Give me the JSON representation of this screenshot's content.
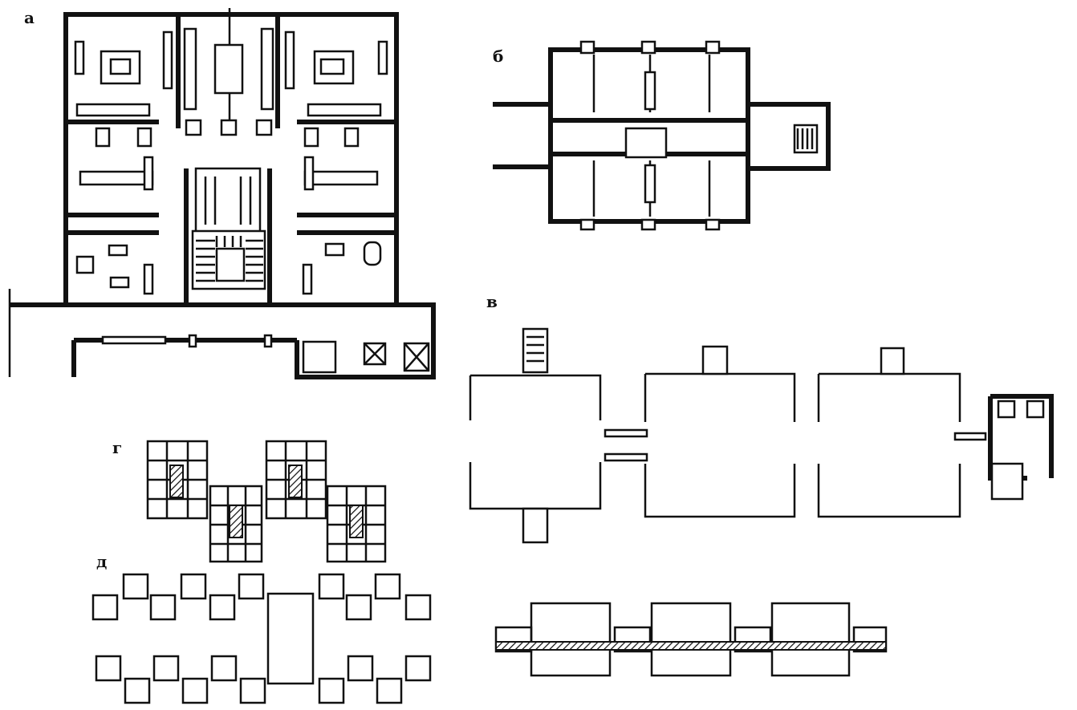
{
  "figure": {
    "panels": [
      {
        "id": "a",
        "label": "а"
      },
      {
        "id": "b",
        "label": "б"
      },
      {
        "id": "v",
        "label": "в"
      },
      {
        "id": "g",
        "label": "г"
      },
      {
        "id": "d",
        "label": "д"
      }
    ]
  },
  "colors": {
    "ink": "#111111",
    "paper": "#ffffff"
  }
}
